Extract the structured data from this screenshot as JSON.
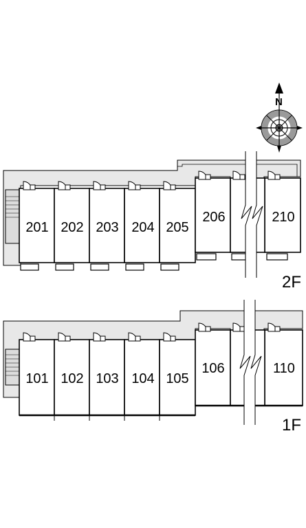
{
  "compass": {
    "label": "N",
    "icon": "compass-rose-icon"
  },
  "floors": [
    {
      "id": "2F",
      "label": "2F",
      "units_left": [
        "201",
        "202",
        "203",
        "204",
        "205"
      ],
      "unit_right_a": "206",
      "unit_right_b": "210"
    },
    {
      "id": "1F",
      "label": "1F",
      "units_left": [
        "101",
        "102",
        "103",
        "104",
        "105"
      ],
      "unit_right_a": "106",
      "unit_right_b": "110"
    }
  ],
  "colors": {
    "corridor": "#e8e8e8",
    "stair": "#dcdcdc",
    "line": "#000000",
    "background": "#ffffff"
  }
}
